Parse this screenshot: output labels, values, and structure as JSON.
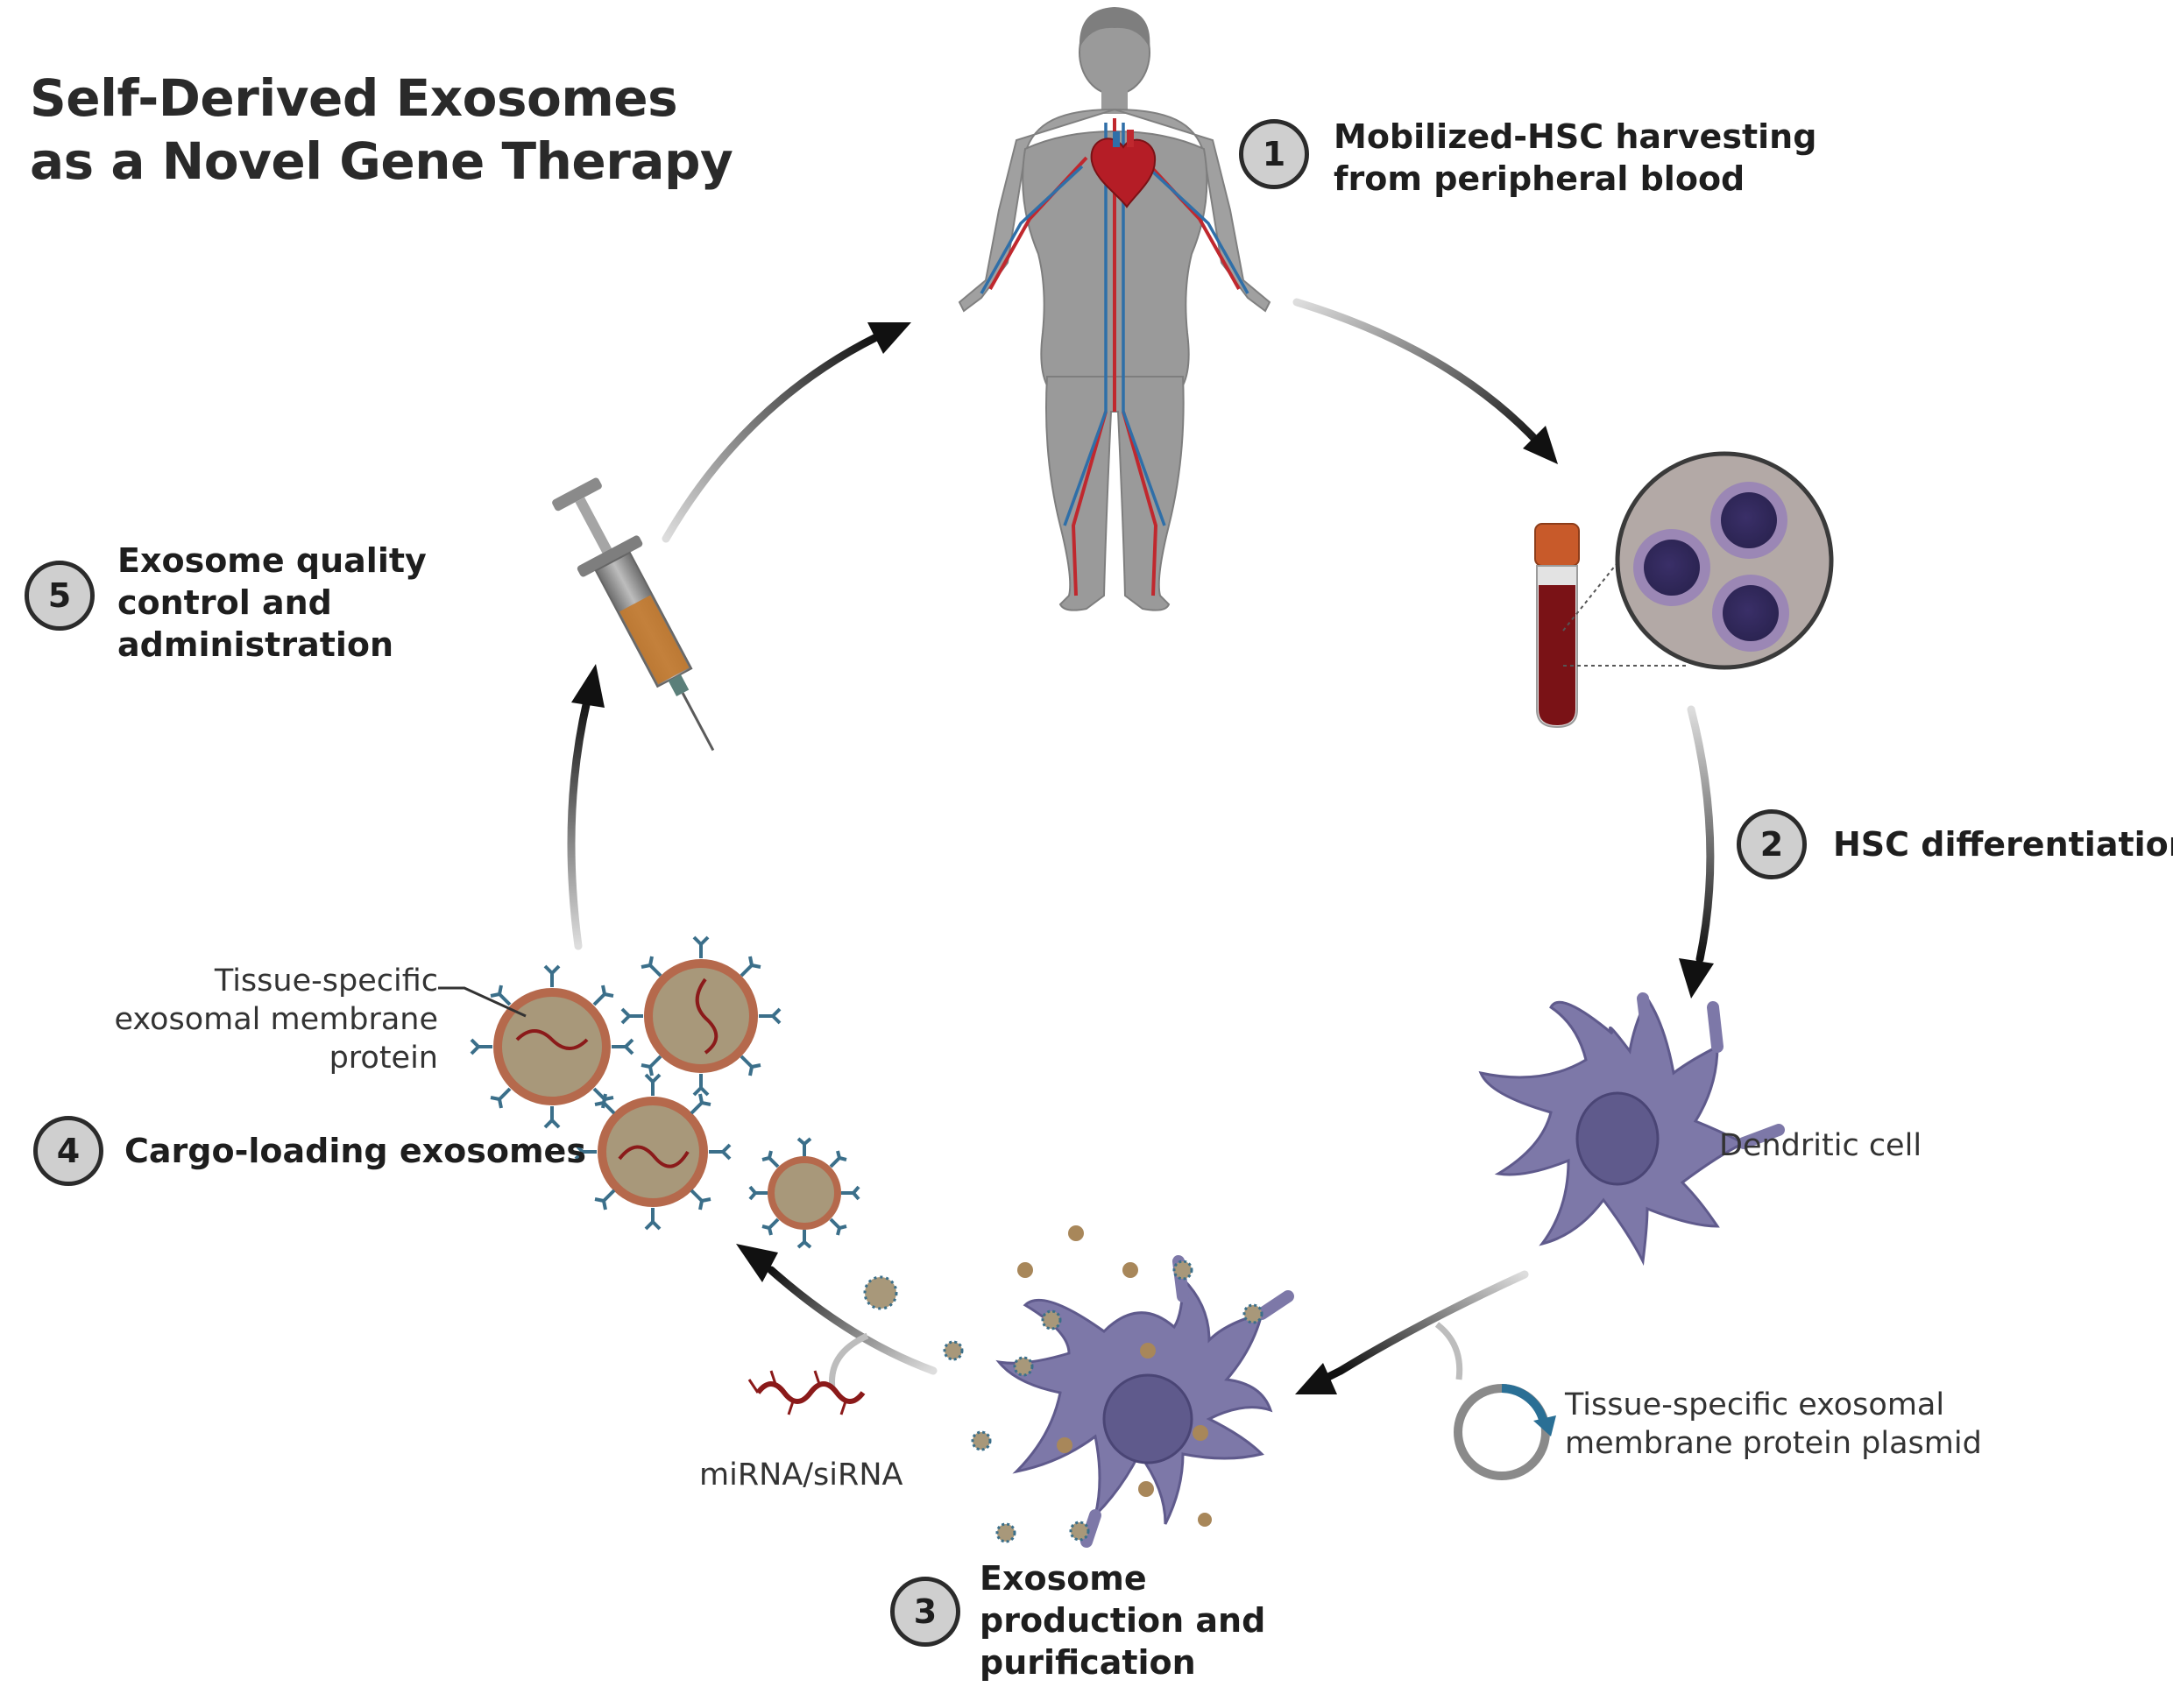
{
  "title": {
    "line1": "Self-Derived Exosomes",
    "line2": "as a Novel Gene Therapy"
  },
  "steps": [
    {
      "number": "1",
      "lines": [
        "Mobilized-HSC harvesting",
        "from peripheral blood"
      ]
    },
    {
      "number": "2",
      "lines": [
        "HSC differentiation"
      ]
    },
    {
      "number": "3",
      "lines": [
        "Exosome",
        "production and",
        "purification"
      ]
    },
    {
      "number": "4",
      "lines": [
        "Cargo-loading exosomes"
      ]
    },
    {
      "number": "5",
      "lines": [
        "Exosome quality",
        "control and",
        "administration"
      ]
    }
  ],
  "labels": {
    "dendritic_cell": "Dendritic cell",
    "plasmid": [
      "Tissue-specific exosomal",
      "membrane protein plasmid"
    ],
    "mirna": "miRNA/siRNA",
    "membrane_protein": [
      "Tissue-specific",
      "exosomal membrane",
      "protein"
    ]
  },
  "icons": [
    "human-body-icon",
    "heart-icon",
    "blood-tube-icon",
    "magnified-cells-icon",
    "dendritic-cell-icon",
    "plasmid-icon",
    "secreting-cell-icon",
    "exosome-icon",
    "rna-strand-icon",
    "syringe-icon"
  ],
  "colors": {
    "arrow": "#1a1a1a",
    "badge_fill": "#cfcfcf",
    "cell_purple": "#7d78a8",
    "cell_nucleus": "#5f5a8c",
    "exosome_fill": "#a8987a",
    "exosome_ring": "#b5694c",
    "exosome_spike": "#3b6f8a",
    "rna": "#8b1a1a",
    "blood": "#7a1216",
    "tube_cap": "#c85a2a",
    "body_gray": "#9a9a9a"
  }
}
